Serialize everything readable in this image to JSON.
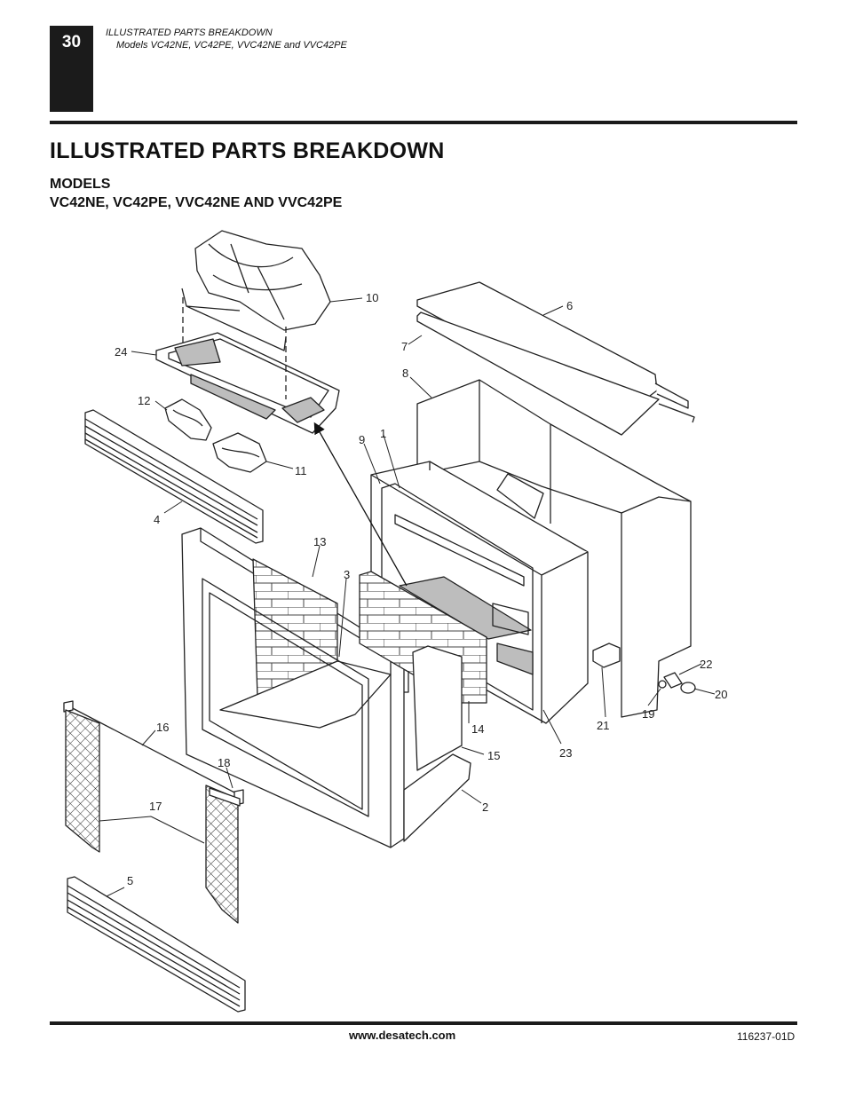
{
  "header": {
    "page_number": "30",
    "running_title": "ILLUSTRATED PARTS BREAKDOWN",
    "running_subtitle": "Models VC42NE, VC42PE, VVC42NE  and VVC42PE"
  },
  "title": "ILLUSTRATED PARTS BREAKDOWN",
  "models_label": "MODELS",
  "models_list": "VC42NE, VC42PE, VVC42NE  AND VVC42PE",
  "callouts": {
    "c1": "1",
    "c2": "2",
    "c3": "3",
    "c4": "4",
    "c5": "5",
    "c6": "6",
    "c7": "7",
    "c8": "8",
    "c9": "9",
    "c10": "10",
    "c11": "11",
    "c12": "12",
    "c13": "13",
    "c14": "14",
    "c15": "15",
    "c16": "16",
    "c17": "17",
    "c18": "18",
    "c19": "19",
    "c20": "20",
    "c21": "21",
    "c22": "22",
    "c23": "23",
    "c24": "24"
  },
  "footer": {
    "url": "www.desatech.com",
    "doc_code": "116237-01D"
  }
}
